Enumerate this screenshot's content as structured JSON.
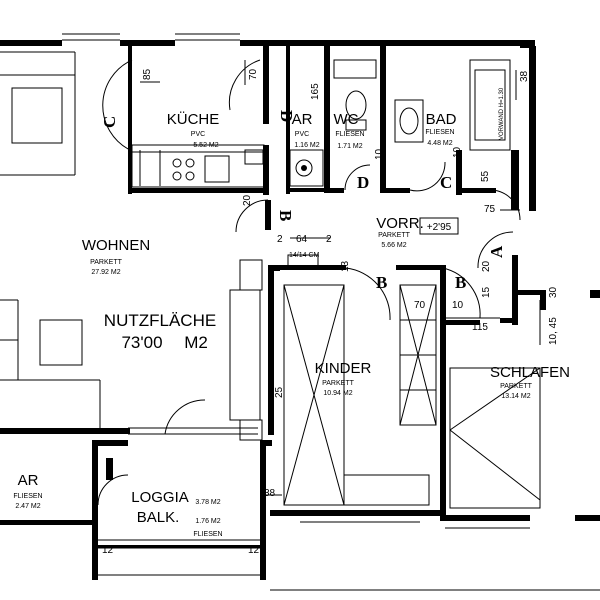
{
  "rooms": {
    "kueche": {
      "name": "KÜCHE",
      "floor": "PVC",
      "area": "5.52 M2"
    },
    "ar_top": {
      "name": "AR",
      "floor": "PVC",
      "area": "1.16 M2"
    },
    "wc": {
      "name": "WC",
      "floor": "FLIESEN",
      "area": "1.71 M2"
    },
    "bad": {
      "name": "BAD",
      "floor": "FLIESEN",
      "area": "4.48 M2"
    },
    "wohnen": {
      "name": "WOHNEN",
      "floor": "PARKETT",
      "area": "27.92 M2"
    },
    "vorr": {
      "name": "VORR.",
      "floor": "PARKETT",
      "area": "5.66 M2"
    },
    "kinder": {
      "name": "KINDER",
      "floor": "PARKETT",
      "area": "10.94 M2"
    },
    "schlafen": {
      "name": "SCHLAFEN",
      "floor": "PARKETT",
      "area": "13.14 M2"
    },
    "ar_bottom": {
      "name": "AR",
      "floor": "FLIESEN",
      "area": "2.47 M2"
    },
    "loggia": {
      "name_line1": "LOGGIA",
      "name_line2": "BALK.",
      "area1": "3.78 M2",
      "area2": "1.76 M2",
      "floor": "FLIESEN"
    }
  },
  "nutzflaeche": {
    "label": "NUTZFLÄCHE",
    "value": "73'00",
    "unit": "M2"
  },
  "level_mark": "+2'95",
  "wall_labels": {
    "vorwand": "VORWAND H=1.30"
  },
  "section_marks": {
    "a": "A",
    "b": "B",
    "c": "C",
    "d": "D"
  },
  "dimensions": {
    "d85": "85",
    "d70a": "70",
    "d165": "165",
    "d38a": "38",
    "d10a": "10",
    "d10b": "10",
    "d55": "55",
    "d75": "75",
    "d20a": "20",
    "d2a": "2",
    "d64": "64",
    "d2b": "2",
    "dkbox": "14/14 CM",
    "d13": "13",
    "d20b": "20",
    "d70b": "70",
    "d10c": "10",
    "d15": "15",
    "d115": "115",
    "d30": "30",
    "d10_45": "10, 45",
    "d25": "25",
    "d38b": "38",
    "d12a": "12",
    "d12b": "12"
  }
}
